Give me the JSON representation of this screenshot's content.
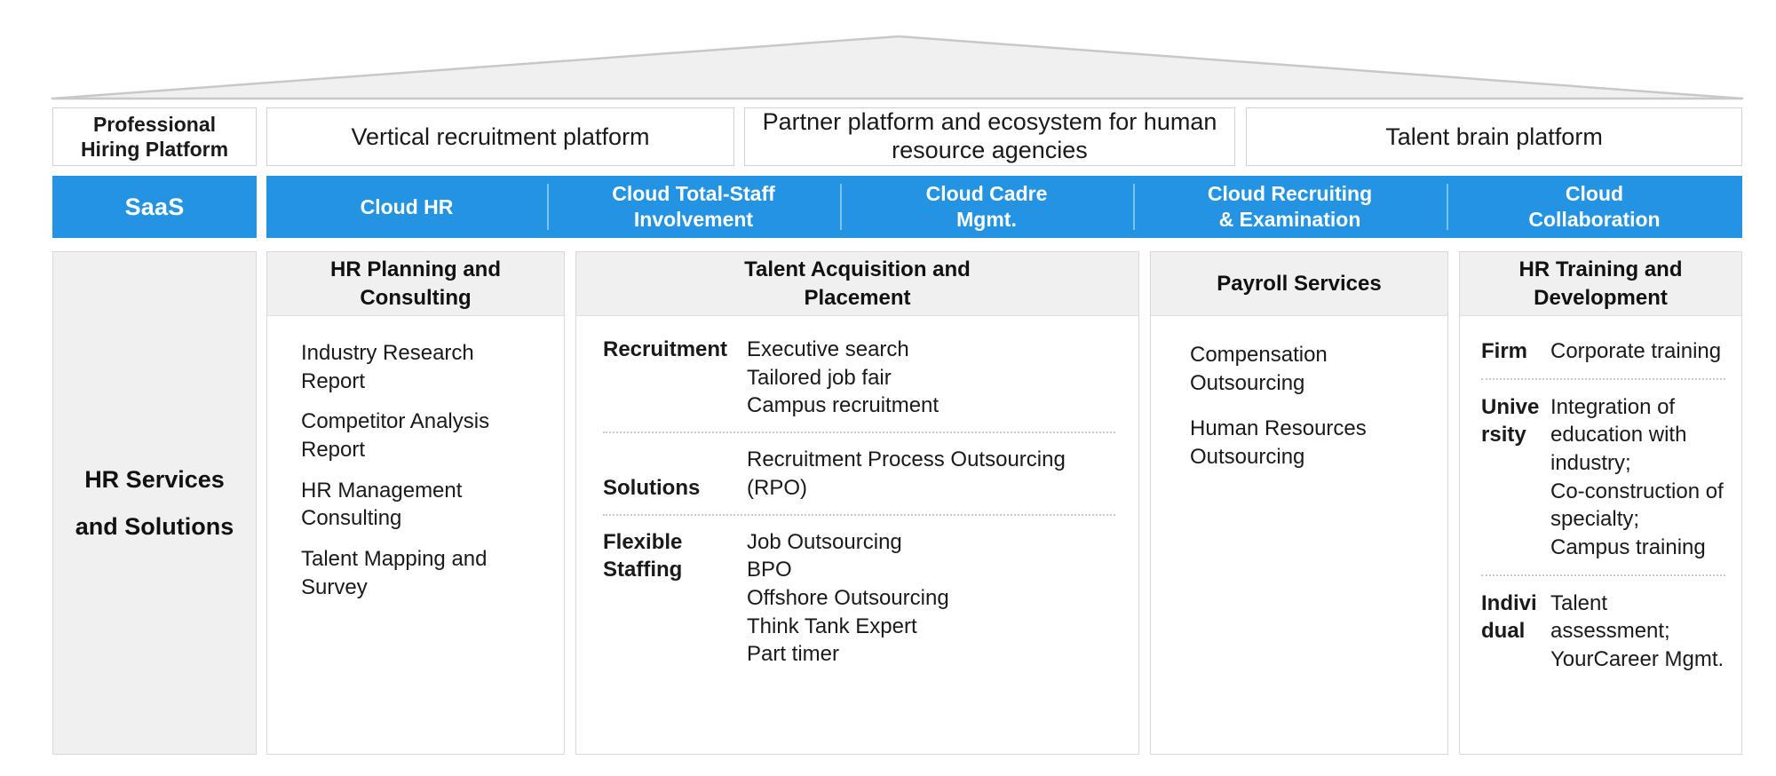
{
  "diagram": {
    "roof": {
      "name": "roof-shape",
      "fill": "#f0f0f0",
      "stroke": "#c8c8c8"
    },
    "accent_blue": "#2494e2",
    "panel_gray": "#f0f0f0",
    "border_gray": "#d8d8d8"
  },
  "platform_row": {
    "label": "Professional Hiring Platform",
    "label_line1": "Professional",
    "label_line2": "Hiring Platform",
    "items": [
      {
        "text": "Vertical recruitment platform"
      },
      {
        "text": "Partner platform and ecosystem for human resource agencies"
      },
      {
        "text": "Talent brain platform"
      }
    ]
  },
  "saas_row": {
    "label": "SaaS",
    "items": [
      {
        "line1": "Cloud HR",
        "line2": ""
      },
      {
        "line1": "Cloud Total-Staff",
        "line2": "Involvement"
      },
      {
        "line1": "Cloud Cadre",
        "line2": "Mgmt."
      },
      {
        "line1": "Cloud Recruiting",
        "line2": "& Examination"
      },
      {
        "line1": "Cloud",
        "line2": "Collaboration"
      }
    ]
  },
  "services_row": {
    "label_line1": "HR Services",
    "label_line2": "and Solutions",
    "columns": [
      {
        "id": "hr-planning-and-consulting",
        "title_line1": "HR Planning and",
        "title_line2": "Consulting",
        "kind": "list",
        "items": [
          "Industry Research Report",
          "Competitor Analysis Report",
          "HR Management Consulting",
          "Talent Mapping and Survey"
        ]
      },
      {
        "id": "talent-acquisition-and-placement",
        "title_line1": "Talent Acquisition and",
        "title_line2": "Placement",
        "kind": "labelled",
        "groups": [
          {
            "label": "Recruitment",
            "values": [
              "Executive search",
              "Tailored job fair",
              "Campus recruitment"
            ]
          },
          {
            "label": "Solutions",
            "values": [
              "Recruitment Process Outsourcing (RPO)"
            ]
          },
          {
            "label": "Flexible Staffing",
            "label_line1": "Flexible",
            "label_line2": "Staffing",
            "values": [
              "Job Outsourcing",
              "BPO",
              "Offshore Outsourcing",
              "Think Tank Expert",
              "Part timer"
            ]
          }
        ]
      },
      {
        "id": "payroll-services",
        "title_line1": "Payroll Services",
        "title_line2": "",
        "kind": "list",
        "items": [
          "Compensation Outsourcing",
          "Human Resources Outsourcing"
        ]
      },
      {
        "id": "hr-training-and-development",
        "title_line1": "HR Training and",
        "title_line2": "Development",
        "kind": "labelled",
        "groups": [
          {
            "label": "Firm",
            "values": [
              "Corporate training"
            ]
          },
          {
            "label": "University",
            "label_line1": "Unive",
            "label_line2": "rsity",
            "values": [
              "Integration of education with industry;",
              "Co-construction of specialty;",
              "Campus training"
            ]
          },
          {
            "label": "Individual",
            "label_line1": "Indivi",
            "label_line2": "dual",
            "values": [
              "Talent assessment;",
              "YourCareer Mgmt."
            ]
          }
        ]
      }
    ]
  }
}
